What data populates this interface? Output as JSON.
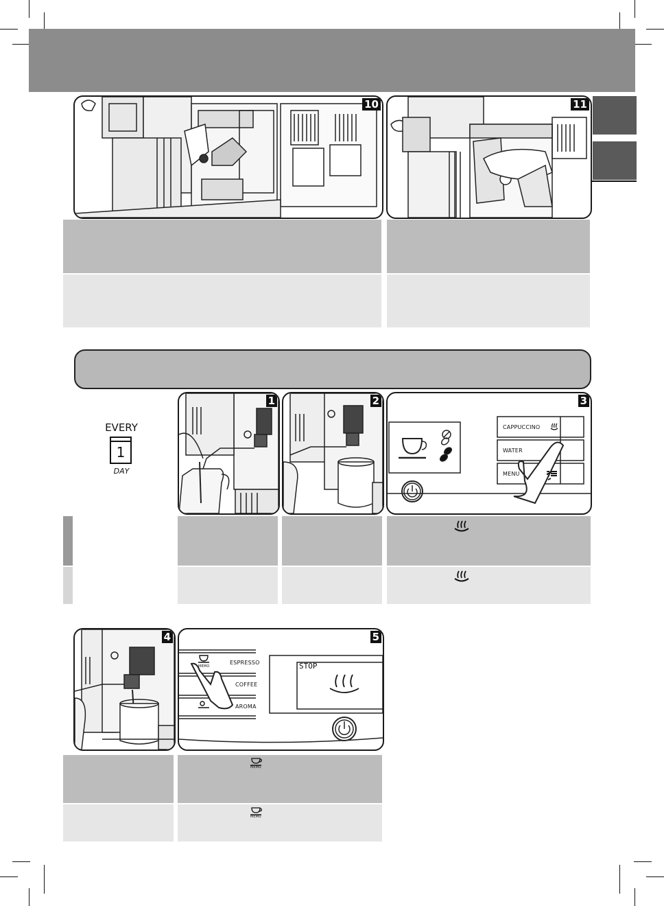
{
  "calendar": {
    "top_label": "EVERY",
    "number": "1",
    "bottom_label": "DAY"
  },
  "step_numbers": {
    "s10": "10",
    "s11": "11",
    "s1": "1",
    "s2": "2",
    "s3": "3",
    "s4": "4",
    "s5": "5"
  },
  "panel3": {
    "buttons": [
      "CAPPUCCINO",
      "WATER",
      "MENU"
    ]
  },
  "panel5": {
    "buttons": [
      "ESPRESSO",
      "COFFEE",
      "AROMA"
    ],
    "memo_label": "MEMO",
    "display_text": "STOP"
  },
  "inline_icons": {
    "memo_label": "MEMO"
  },
  "colors": {
    "header": "#8c8c8c",
    "cell_dark": "#bcbcbc",
    "cell_light": "#e6e6e6",
    "side_tab": "#5a5a5a"
  }
}
